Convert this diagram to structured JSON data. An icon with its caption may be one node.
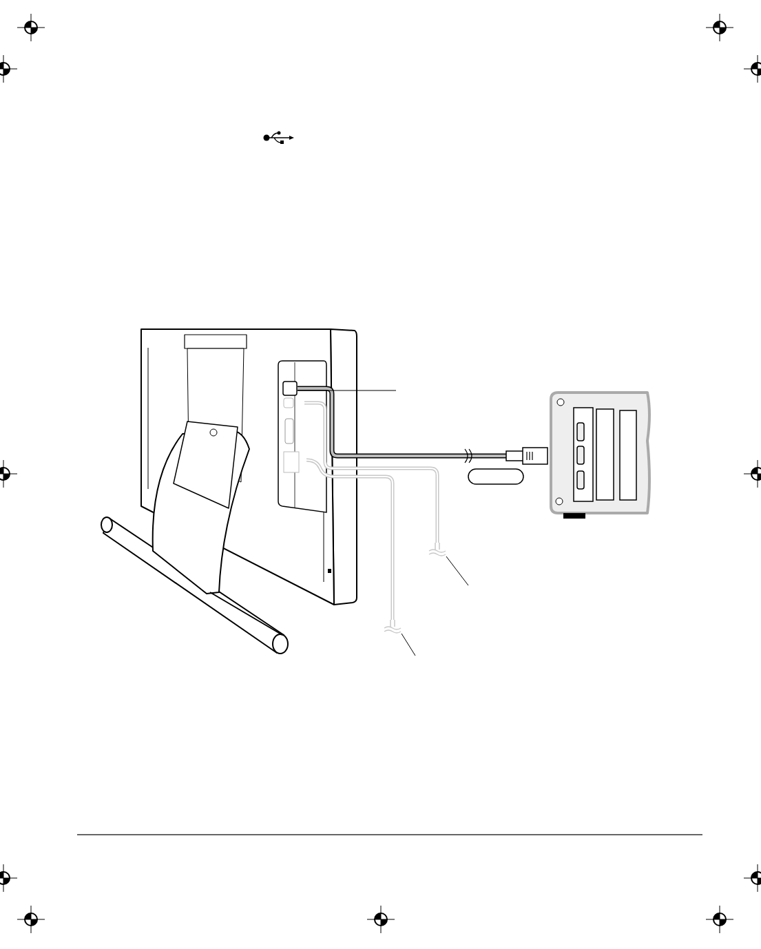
{
  "diagram": {
    "nodes": [
      {
        "text": [],
        "shape": "picture"
      },
      {
        "text": [],
        "shape": "box",
        "in": 0
      },
      {
        "text": [],
        "shape": "box",
        "in": 1
      },
      {
        "text": [],
        "shape": "picture"
      },
      {
        "text": [],
        "shape": "oval"
      },
      {
        "text": [],
        "shape": "cable"
      },
      {
        "text": [],
        "shape": "cable"
      }
    ],
    "edges": [
      {
        "from": 2,
        "to": 3,
        "arrow": "none",
        "style": "thick"
      },
      {
        "from": null,
        "to": 2,
        "arrow": "none"
      },
      {
        "from": null,
        "to": 1,
        "arrow": "none"
      },
      {
        "from": null,
        "to": 5,
        "arrow": "none"
      },
      {
        "from": null,
        "to": 6,
        "arrow": "none"
      }
    ]
  }
}
